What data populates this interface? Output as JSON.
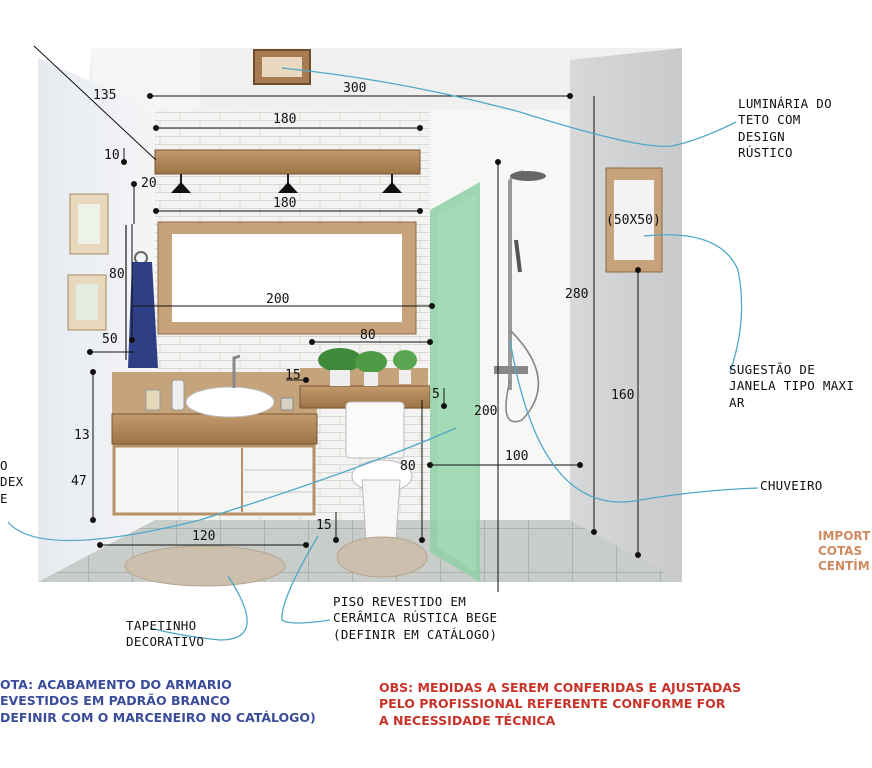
{
  "dimensions": {
    "d135": "135",
    "d300": "300",
    "d180_top": "180",
    "d10": "10",
    "d20": "20",
    "d180_mid": "180",
    "d80_side": "80",
    "d200_mirror": "200",
    "d80_niche": "80",
    "d50": "50",
    "d15_top": "15",
    "d5": "5",
    "d13": "13",
    "d47": "47",
    "d200_door": "200",
    "d280": "280",
    "d160": "160",
    "d80_bottom": "80",
    "d100": "100",
    "d120": "120",
    "d15_bottom": "15",
    "window_size": "(50X50)"
  },
  "annotations": {
    "luminaria": "LUMINÁRIA DO\nTETO COM\nDESIGN\nRÚSTICO",
    "janela": "SUGESTÃO DE\nJANELA TIPO MAXI\nAR",
    "chuveiro": "CHUVEIRO",
    "left_cut": "O\nDEX\nE",
    "tapetinho": "TAPETINHO\nDECORATIVO",
    "piso": "PISO REVESTIDO EM\nCERÂMICA RÚSTICA BEGE\n(DEFINIR EM CATÁLOGO)",
    "nota": "OTA: ACABAMENTO DO ARMARIO\nEVESTIDOS EM PADRÃO BRANCO\nDEFINIR COM O MARCENEIRO NO CATÁLOGO)",
    "obs": "OBS: MEDIDAS A SEREM CONFERIDAS E AJUSTADAS\nPELO PROFISSIONAL REFERENTE CONFORME FOR\nA NECESSIDADE TÉCNICA",
    "importante": "IMPORT\nCOTAS\nCENTÍM"
  },
  "colors": {
    "annotation_blue": "#3a4c9a",
    "obs_red": "#c8332a",
    "important_orange": "#cf8a60",
    "leader_line": "#4fa8c8",
    "wood": "#b0865a",
    "glass": "#7fc79a"
  }
}
